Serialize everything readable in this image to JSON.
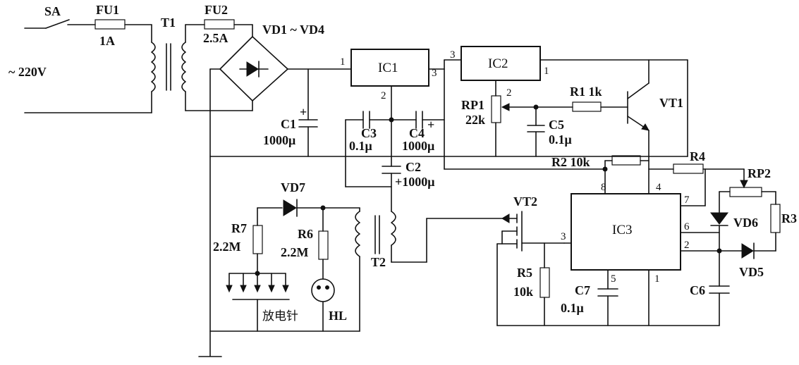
{
  "labels": {
    "sa": "SA",
    "fu1": "FU1",
    "fu1_val": "1A",
    "t1": "T1",
    "fu2": "FU2",
    "fu2_val": "2.5A",
    "vd1_vd4": "VD1 ~ VD4",
    "mains": "~ 220V",
    "ic1": "IC1",
    "ic2": "IC2",
    "ic3": "IC3",
    "c1": "C1",
    "c1_val": "1000μ",
    "c3": "C3",
    "c3_val": "0.1μ",
    "c4": "C4",
    "c4_val": "1000μ",
    "c2": "C2",
    "c2_val": "+1000μ",
    "rp1": "RP1",
    "rp1_val": "22k",
    "c5": "C5",
    "c5_val": "0.1μ",
    "r1": "R1 1k",
    "vt1": "VT1",
    "r2": "R2 10k",
    "r4": "R4",
    "rp2": "RP2",
    "r3": "R3",
    "vd6": "VD6",
    "vd5": "VD5",
    "c6": "C6",
    "vd7": "VD7",
    "r7": "R7",
    "r7_val": "2.2M",
    "r6": "R6",
    "r6_val": "2.2M",
    "t2": "T2",
    "vt2": "VT2",
    "r5": "R5",
    "r5_val": "10k",
    "c7": "C7",
    "c7_val": "0.1μ",
    "hl": "HL",
    "discharge_needle": "放电针",
    "plus": "+"
  },
  "pins": {
    "ic1_1": "1",
    "ic1_2": "2",
    "ic1_3": "3",
    "ic2_3": "3",
    "ic2_1": "1",
    "ic2_2": "2",
    "ic3_8": "8",
    "ic3_4": "4",
    "ic3_7": "7",
    "ic3_6": "6",
    "ic3_2": "2",
    "ic3_3": "3",
    "ic3_5": "5",
    "ic3_1": "1"
  }
}
